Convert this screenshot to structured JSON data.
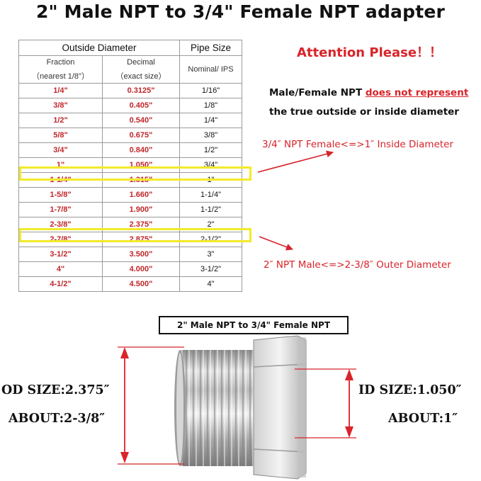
{
  "title": "2\" Male NPT to 3/4\" Female NPT adapter",
  "table": {
    "header_outside": "Outside Diameter",
    "header_pipe": "Pipe Size",
    "col_fraction": "Fraction",
    "col_fraction_sub": "（nearest 1/8\"）",
    "col_decimal": "Decimal",
    "col_decimal_sub": "（exact size）",
    "col_pipe": "Nominal/ IPS",
    "rows": [
      {
        "fraction": "1/4\"",
        "decimal": "0.3125\"",
        "pipe": "1/16\""
      },
      {
        "fraction": "3/8\"",
        "decimal": "0.405\"",
        "pipe": "1/8\""
      },
      {
        "fraction": "1/2\"",
        "decimal": "0.540\"",
        "pipe": "1/4\""
      },
      {
        "fraction": "5/8\"",
        "decimal": "0.675\"",
        "pipe": "3/8\""
      },
      {
        "fraction": "3/4\"",
        "decimal": "0.840\"",
        "pipe": "1/2\""
      },
      {
        "fraction": "1\"",
        "decimal": "1.050\"",
        "pipe": "3/4\""
      },
      {
        "fraction": "1-1/4\"",
        "decimal": "1.315\"",
        "pipe": "1\""
      },
      {
        "fraction": "1-5/8\"",
        "decimal": "1.660\"",
        "pipe": "1-1/4\""
      },
      {
        "fraction": "1-7/8\"",
        "decimal": "1.900\"",
        "pipe": "1-1/2\""
      },
      {
        "fraction": "2-3/8\"",
        "decimal": "2.375\"",
        "pipe": "2\""
      },
      {
        "fraction": "2-7/8\"",
        "decimal": "2.875\"",
        "pipe": "2-1/2\""
      },
      {
        "fraction": "3-1/2\"",
        "decimal": "3.500\"",
        "pipe": "3\""
      },
      {
        "fraction": "4\"",
        "decimal": "4.000\"",
        "pipe": "3-1/2\""
      },
      {
        "fraction": "4-1/2\"",
        "decimal": "4.500\"",
        "pipe": "4\""
      }
    ],
    "highlight_color": "#f2ea2a",
    "value_color": "#c0262a"
  },
  "attention": "Attention Please！！",
  "note": {
    "line1_prefix": "Male/Female NPT ",
    "line1_red": "does not represent",
    "line2": "the true outside or inside diameter"
  },
  "callout_female": "3/4″ NPT Female<=>1″ Inside Diameter",
  "callout_male": "2″ NPT Male<=>2-3/8″ Outer Diameter",
  "product_label": "2\" Male NPT to 3/4\" Female NPT",
  "od_size": "OD SIZE:2.375″",
  "od_about": "ABOUT:2-3/8″",
  "id_size": "ID SIZE:1.050″",
  "id_about": "ABOUT:1″",
  "colors": {
    "accent_red": "#d8242a",
    "text": "#111111"
  }
}
